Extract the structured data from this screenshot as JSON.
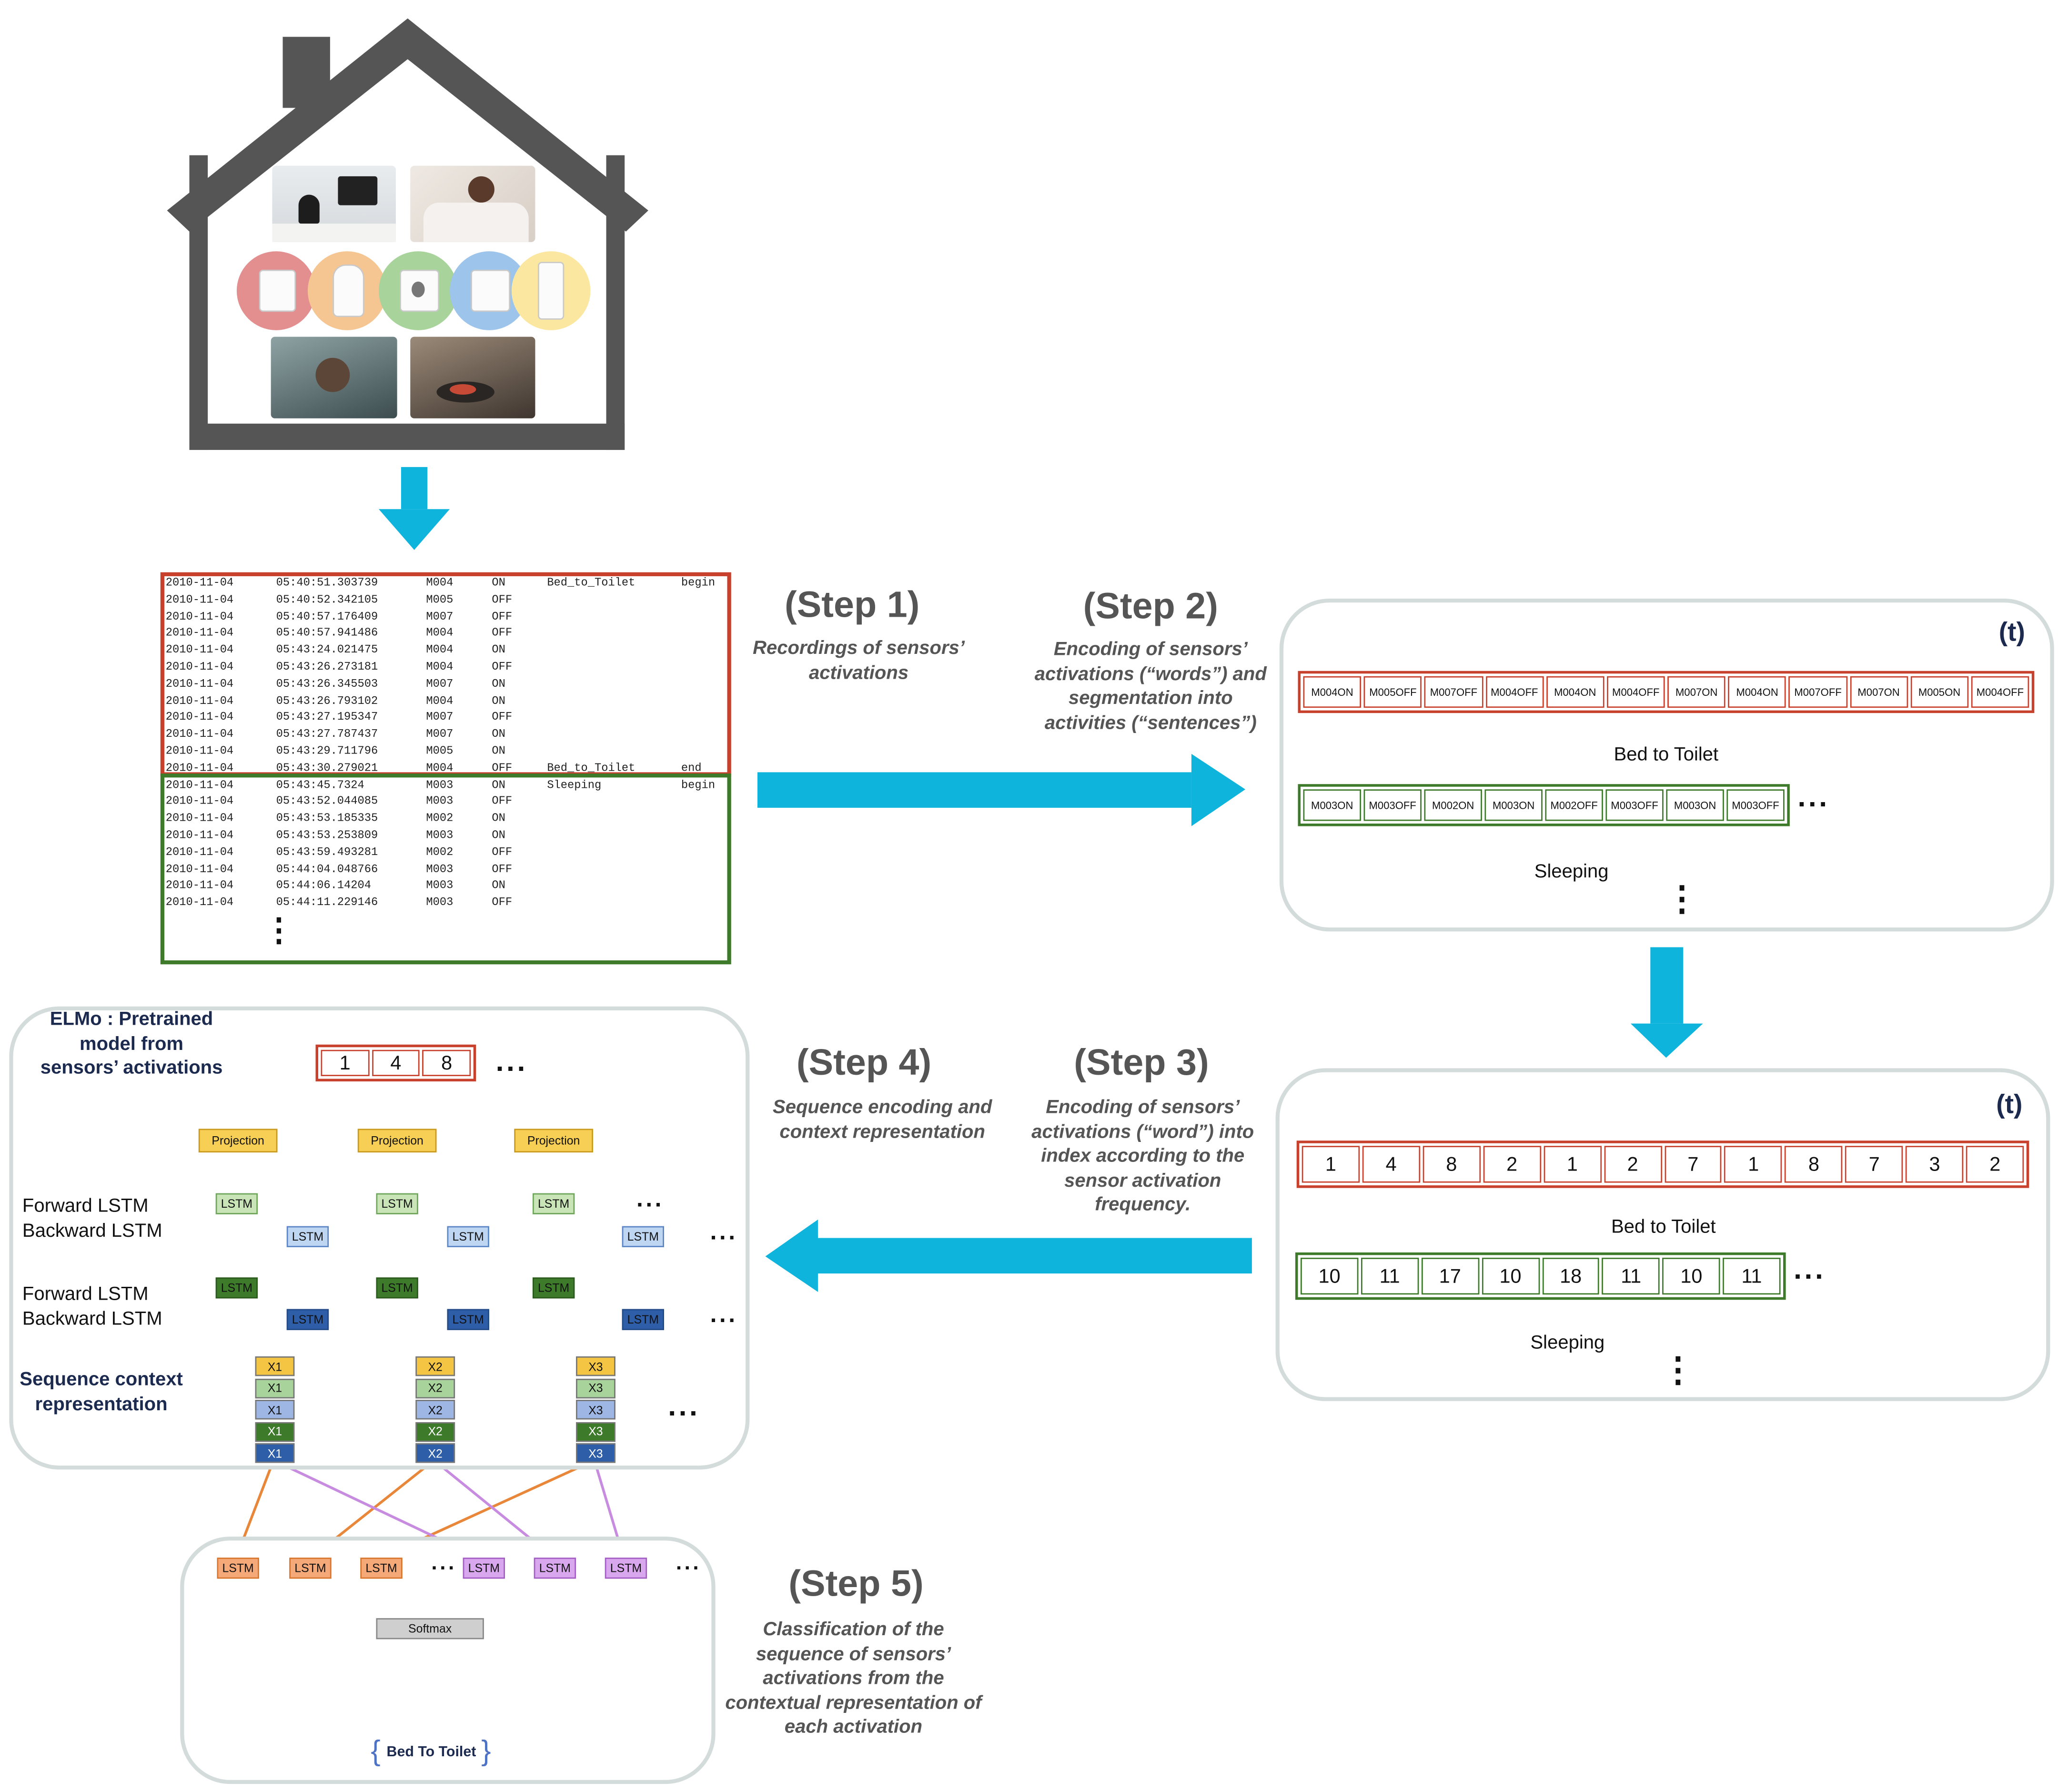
{
  "log": {
    "rows": [
      {
        "date": "2010-11-04",
        "time": "05:40:51.303739",
        "sensor": "M004",
        "state": "ON",
        "activity": "Bed_to_Toilet",
        "tag": "begin"
      },
      {
        "date": "2010-11-04",
        "time": "05:40:52.342105",
        "sensor": "M005",
        "state": "OFF",
        "activity": "",
        "tag": ""
      },
      {
        "date": "2010-11-04",
        "time": "05:40:57.176409",
        "sensor": "M007",
        "state": "OFF",
        "activity": "",
        "tag": ""
      },
      {
        "date": "2010-11-04",
        "time": "05:40:57.941486",
        "sensor": "M004",
        "state": "OFF",
        "activity": "",
        "tag": ""
      },
      {
        "date": "2010-11-04",
        "time": "05:43:24.021475",
        "sensor": "M004",
        "state": "ON",
        "activity": "",
        "tag": ""
      },
      {
        "date": "2010-11-04",
        "time": "05:43:26.273181",
        "sensor": "M004",
        "state": "OFF",
        "activity": "",
        "tag": ""
      },
      {
        "date": "2010-11-04",
        "time": "05:43:26.345503",
        "sensor": "M007",
        "state": "ON",
        "activity": "",
        "tag": ""
      },
      {
        "date": "2010-11-04",
        "time": "05:43:26.793102",
        "sensor": "M004",
        "state": "ON",
        "activity": "",
        "tag": ""
      },
      {
        "date": "2010-11-04",
        "time": "05:43:27.195347",
        "sensor": "M007",
        "state": "OFF",
        "activity": "",
        "tag": ""
      },
      {
        "date": "2010-11-04",
        "time": "05:43:27.787437",
        "sensor": "M007",
        "state": "ON",
        "activity": "",
        "tag": ""
      },
      {
        "date": "2010-11-04",
        "time": "05:43:29.711796",
        "sensor": "M005",
        "state": "ON",
        "activity": "",
        "tag": ""
      },
      {
        "date": "2010-11-04",
        "time": "05:43:30.279021",
        "sensor": "M004",
        "state": "OFF",
        "activity": "Bed_to_Toilet",
        "tag": "end"
      },
      {
        "date": "2010-11-04",
        "time": "05:43:45.7324",
        "sensor": "M003",
        "state": "ON",
        "activity": "Sleeping",
        "tag": "begin"
      },
      {
        "date": "2010-11-04",
        "time": "05:43:52.044085",
        "sensor": "M003",
        "state": "OFF",
        "activity": "",
        "tag": ""
      },
      {
        "date": "2010-11-04",
        "time": "05:43:53.185335",
        "sensor": "M002",
        "state": "ON",
        "activity": "",
        "tag": ""
      },
      {
        "date": "2010-11-04",
        "time": "05:43:53.253809",
        "sensor": "M003",
        "state": "ON",
        "activity": "",
        "tag": ""
      },
      {
        "date": "2010-11-04",
        "time": "05:43:59.493281",
        "sensor": "M002",
        "state": "OFF",
        "activity": "",
        "tag": ""
      },
      {
        "date": "2010-11-04",
        "time": "05:44:04.048766",
        "sensor": "M003",
        "state": "OFF",
        "activity": "",
        "tag": ""
      },
      {
        "date": "2010-11-04",
        "time": "05:44:06.14204",
        "sensor": "M003",
        "state": "ON",
        "activity": "",
        "tag": ""
      },
      {
        "date": "2010-11-04",
        "time": "05:44:11.229146",
        "sensor": "M003",
        "state": "OFF",
        "activity": "",
        "tag": ""
      }
    ],
    "vertical_dots": "⋮"
  },
  "steps": {
    "step1": {
      "title": "(Step 1)",
      "desc": "Recordings of sensors’ activations"
    },
    "step2": {
      "title": "(Step 2)",
      "desc": "Encoding of sensors’ activations (“words”) and segmentation into activities (“sentences”)"
    },
    "step3": {
      "title": "(Step 3)",
      "desc": "Encoding of sensors’ activations (“word”) into index according to the sensor activation frequency."
    },
    "step4": {
      "title": "(Step 4)",
      "desc": "Sequence encoding and context representation"
    },
    "step5": {
      "title": "(Step 5)",
      "desc": "Classification of the sequence of sensors’ activations from the contextual representation of each activation"
    }
  },
  "panel2": {
    "time_label": "(t)",
    "words_bed": [
      "M004ON",
      "M005OFF",
      "M007OFF",
      "M004OFF",
      "M004ON",
      "M004OFF",
      "M007ON",
      "M004ON",
      "M007OFF",
      "M007ON",
      "M005ON",
      "M004OFF"
    ],
    "words_sleep": [
      "M003ON",
      "M003OFF",
      "M002ON",
      "M003ON",
      "M002OFF",
      "M003OFF",
      "M003ON",
      "M003OFF"
    ],
    "label_bed": "Bed to Toilet",
    "label_sleep": "Sleeping",
    "ellipsis": "...",
    "vdots": "⋮"
  },
  "panel3": {
    "time_label": "(t)",
    "idx_bed": [
      "1",
      "4",
      "8",
      "2",
      "1",
      "2",
      "7",
      "1",
      "8",
      "7",
      "3",
      "2"
    ],
    "idx_sleep": [
      "10",
      "11",
      "17",
      "10",
      "18",
      "11",
      "10",
      "11"
    ],
    "label_bed": "Bed to Toilet",
    "label_sleep": "Sleeping",
    "ellipsis": "...",
    "vdots": "⋮"
  },
  "elmo": {
    "title": "ELMo : Pretrained model from sensors’ activations",
    "input": [
      "1",
      "4",
      "8"
    ],
    "ellipsis": "...",
    "projection": "Projection",
    "lstm": "LSTM",
    "forward_lstm": "Forward LSTM",
    "backward_lstm": "Backward LSTM",
    "seq_context": "Sequence context representation",
    "x_labels": [
      "X1",
      "X2",
      "X3"
    ]
  },
  "classifier": {
    "lstm": "LSTM",
    "softmax": "Softmax",
    "ellipsis": "...",
    "result": "Bed To Toilet",
    "brace_open": "{",
    "brace_close": "}"
  },
  "colors": {
    "red": "#c8412d",
    "green": "#3d7a2a",
    "cyan": "#0eb4dc",
    "navy": "#1b2a4e",
    "house": "#555555",
    "orange": "#e8873a",
    "blue": "#4e72c4",
    "violet": "#c78be0",
    "brown": "#8b4513",
    "yellow": "#f4c542"
  }
}
